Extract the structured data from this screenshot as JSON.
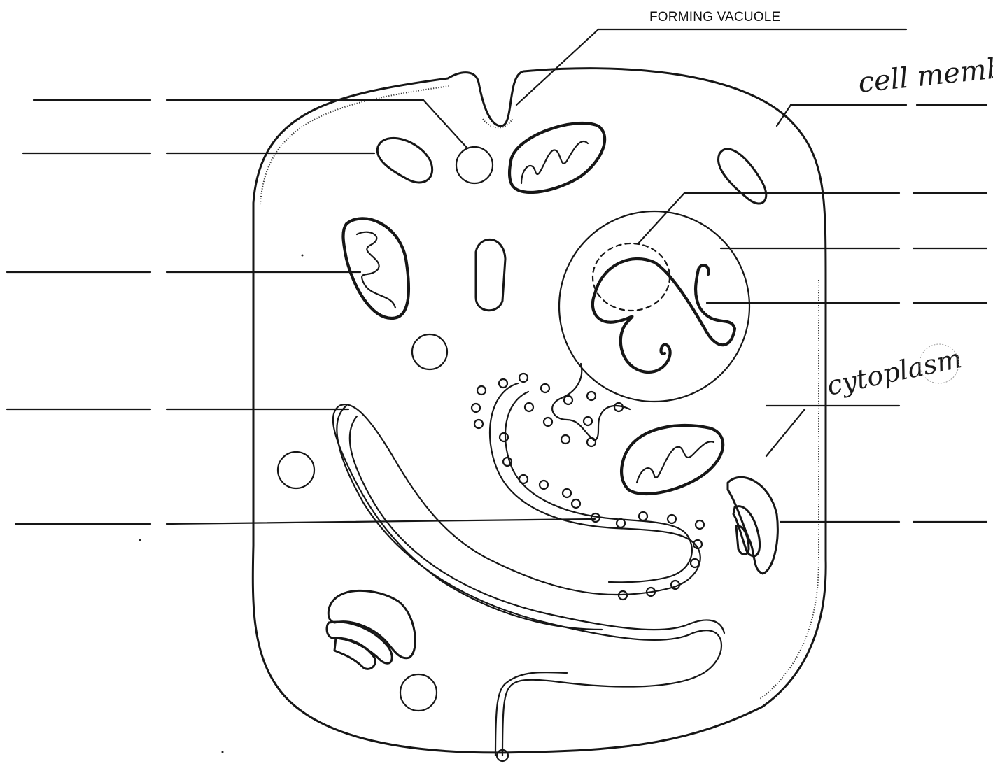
{
  "labels": {
    "forming_vacuole": "FORMING VACUOLE",
    "cell_membrane_handwritten": "cell membrane",
    "cytoplasm_handwritten": "cytoplasm"
  },
  "colors": {
    "ink": "#161616",
    "paper": "#ffffff"
  }
}
